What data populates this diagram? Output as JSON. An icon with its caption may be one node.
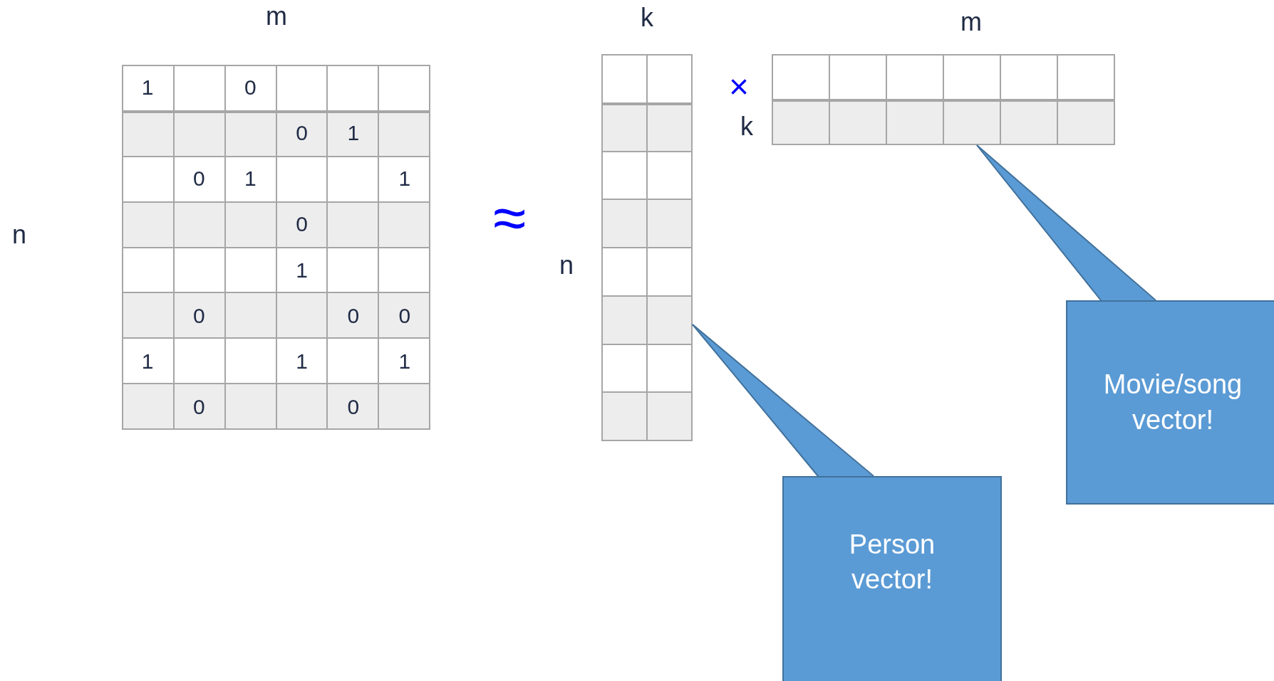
{
  "diagram": {
    "nodes": [
      {
        "text": [],
        "shape": "box"
      },
      {
        "text": [],
        "shape": "box"
      },
      {
        "text": [
          "Person vector!"
        ]
      },
      {
        "text": [
          "Movie/song vector!"
        ]
      }
    ],
    "edges": [
      {
        "from": 2,
        "to": 0,
        "arrow": "none"
      },
      {
        "from": 3,
        "to": 1,
        "arrow": "none"
      }
    ],
    "labels": [
      "m",
      "n",
      "1",
      "0",
      "0",
      "1",
      "0",
      "1",
      "1",
      "0",
      "1",
      "0",
      "0",
      "0",
      "1",
      "1",
      "1",
      "0",
      "0",
      "≈",
      "k",
      "n",
      "×",
      "k",
      "m"
    ]
  }
}
